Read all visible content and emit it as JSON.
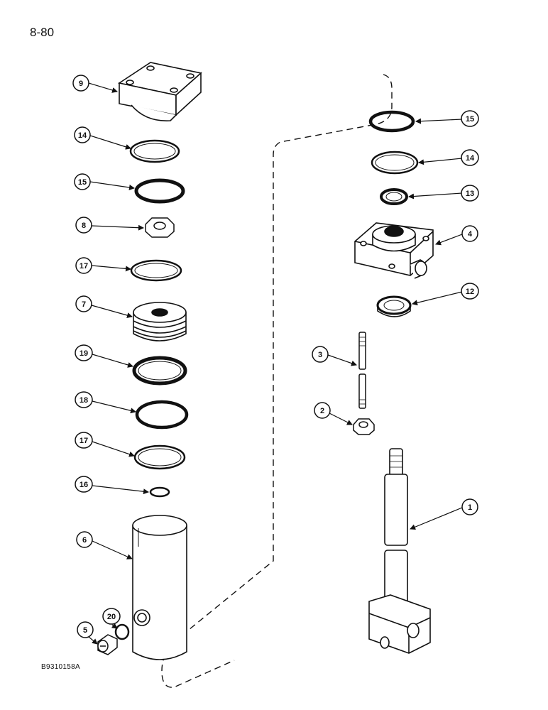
{
  "page": {
    "number": "8-80",
    "figure_code": "B9310158A"
  },
  "callouts": {
    "c9": "9",
    "c14l": "14",
    "c15l": "15",
    "c8": "8",
    "c17a": "17",
    "c7": "7",
    "c19": "19",
    "c18": "18",
    "c17b": "17",
    "c16": "16",
    "c6": "6",
    "c5": "5",
    "c20": "20",
    "c15r": "15",
    "c14r": "14",
    "c13": "13",
    "c4": "4",
    "c12": "12",
    "c3": "3",
    "c2": "2",
    "c1": "1"
  }
}
